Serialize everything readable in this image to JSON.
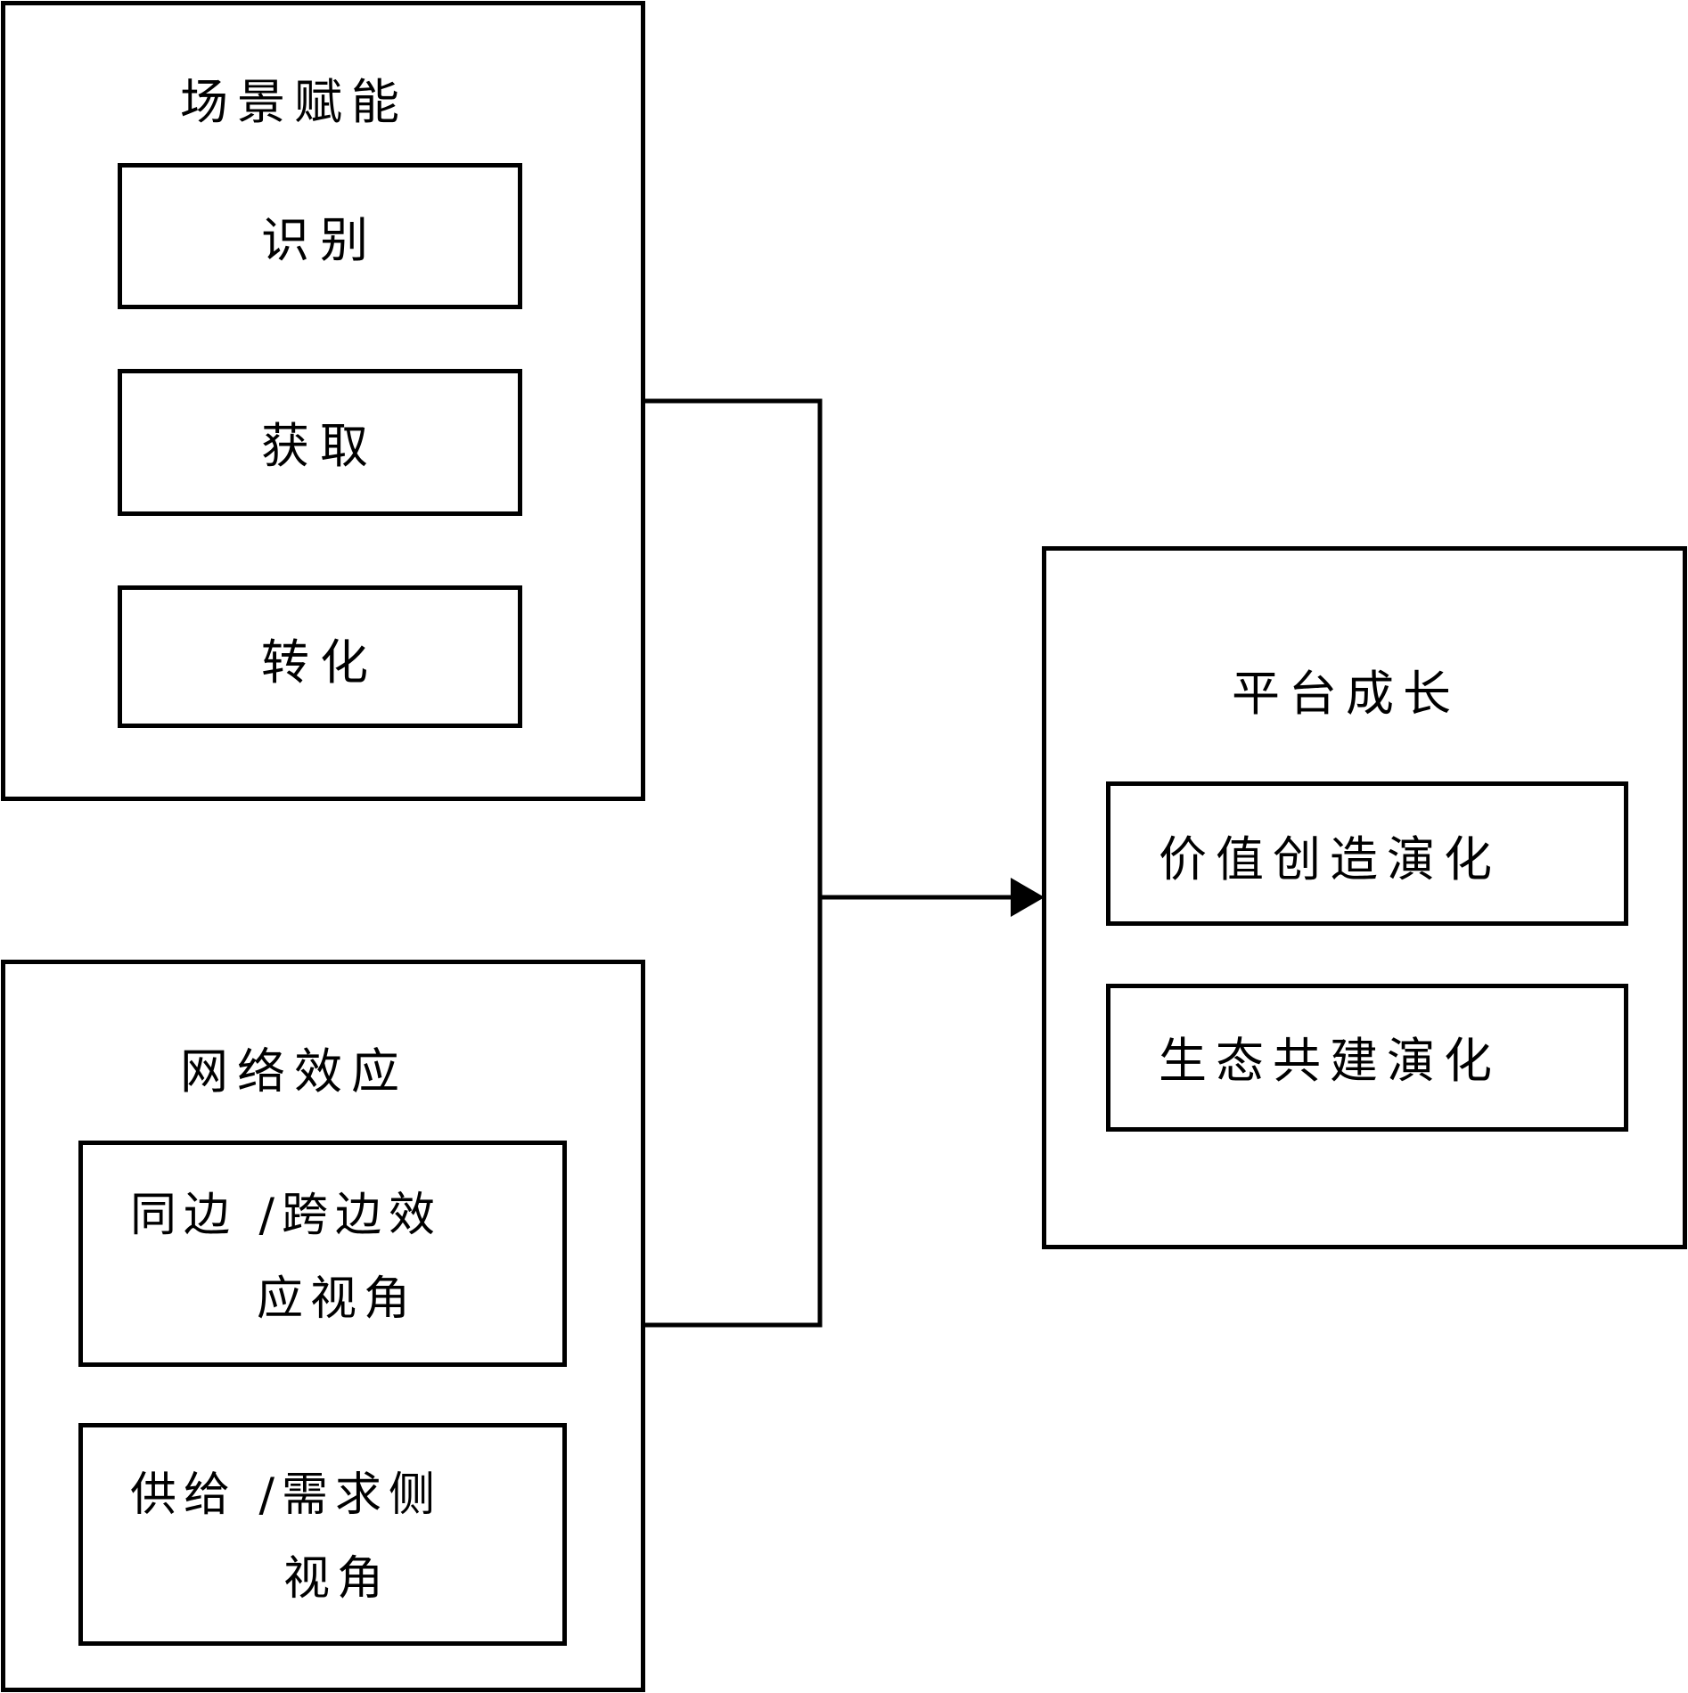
{
  "scene_group": {
    "title": "场景赋能",
    "steps": [
      "识别",
      "获取",
      "转化"
    ]
  },
  "network_group": {
    "title": "网络效应",
    "items": [
      {
        "line1": "同边 /跨边效",
        "line2": "应视角"
      },
      {
        "line1": "供给 /需求侧",
        "line2": "视角"
      }
    ]
  },
  "growth_group": {
    "title": "平台成长",
    "items": [
      "价值创造演化",
      "生态共建演化"
    ]
  },
  "colors": {
    "stroke": "#000000",
    "background": "#ffffff"
  }
}
